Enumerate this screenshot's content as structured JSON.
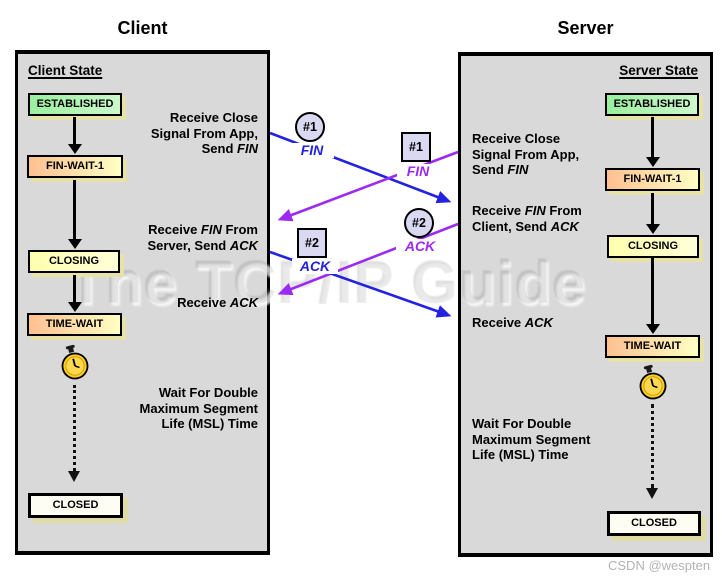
{
  "watermark": "The TCP/IP Guide",
  "credit": "CSDN @wespten",
  "client": {
    "title": "Client",
    "heading": "Client State",
    "states": {
      "established": "ESTABLISHED",
      "fin_wait_1": "FIN-WAIT-1",
      "closing": "CLOSING",
      "time_wait": "TIME-WAIT",
      "closed": "CLOSED"
    },
    "notes": {
      "close_signal": [
        {
          "t": "Receive Close\nSignal From App,\nSend "
        },
        {
          "t": "FIN",
          "i": true
        }
      ],
      "receive_fin": [
        {
          "t": "Receive "
        },
        {
          "t": "FIN",
          "i": true
        },
        {
          "t": " From\nServer, Send "
        },
        {
          "t": "ACK",
          "i": true
        }
      ],
      "receive_ack": [
        {
          "t": "Receive "
        },
        {
          "t": "ACK",
          "i": true
        }
      ],
      "wait_msl": [
        {
          "t": "Wait For Double\nMaximum Segment\nLife (MSL) Time"
        }
      ]
    }
  },
  "server": {
    "title": "Server",
    "heading": "Server State",
    "states": {
      "established": "ESTABLISHED",
      "fin_wait_1": "FIN-WAIT-1",
      "closing": "CLOSING",
      "time_wait": "TIME-WAIT",
      "closed": "CLOSED"
    },
    "notes": {
      "close_signal": [
        {
          "t": "Receive Close\nSignal From App,\nSend "
        },
        {
          "t": "FIN",
          "i": true
        }
      ],
      "receive_fin": [
        {
          "t": "Receive "
        },
        {
          "t": "FIN",
          "i": true
        },
        {
          "t": " From\nClient, Send "
        },
        {
          "t": "ACK",
          "i": true
        }
      ],
      "receive_ack": [
        {
          "t": "Receive "
        },
        {
          "t": "ACK",
          "i": true
        }
      ],
      "wait_msl": [
        {
          "t": "Wait For Double\nMaximum Segment\nLife (MSL) Time"
        }
      ]
    }
  },
  "messages": {
    "client_fin": {
      "badge": "#1",
      "label": "FIN",
      "shape": "circle",
      "direction": "client-to-server"
    },
    "server_fin": {
      "badge": "#1",
      "label": "FIN",
      "shape": "square",
      "direction": "server-to-client"
    },
    "server_ack": {
      "badge": "#2",
      "label": "ACK",
      "shape": "circle",
      "direction": "server-to-client"
    },
    "client_ack": {
      "badge": "#2",
      "label": "ACK",
      "shape": "square",
      "direction": "client-to-server"
    }
  },
  "colors": {
    "panel_background": "#d9d9d9",
    "client_message_blue": "#2222e0",
    "server_message_purple": "#9b2bf2",
    "established_green": "#aaf0aa",
    "warm_orange_yellow": "#ffc091",
    "pale_yellow": "#ffffc0",
    "badge_lavender": "#d9d9f2",
    "box_shadow_khaki": "#e6e2a8"
  }
}
